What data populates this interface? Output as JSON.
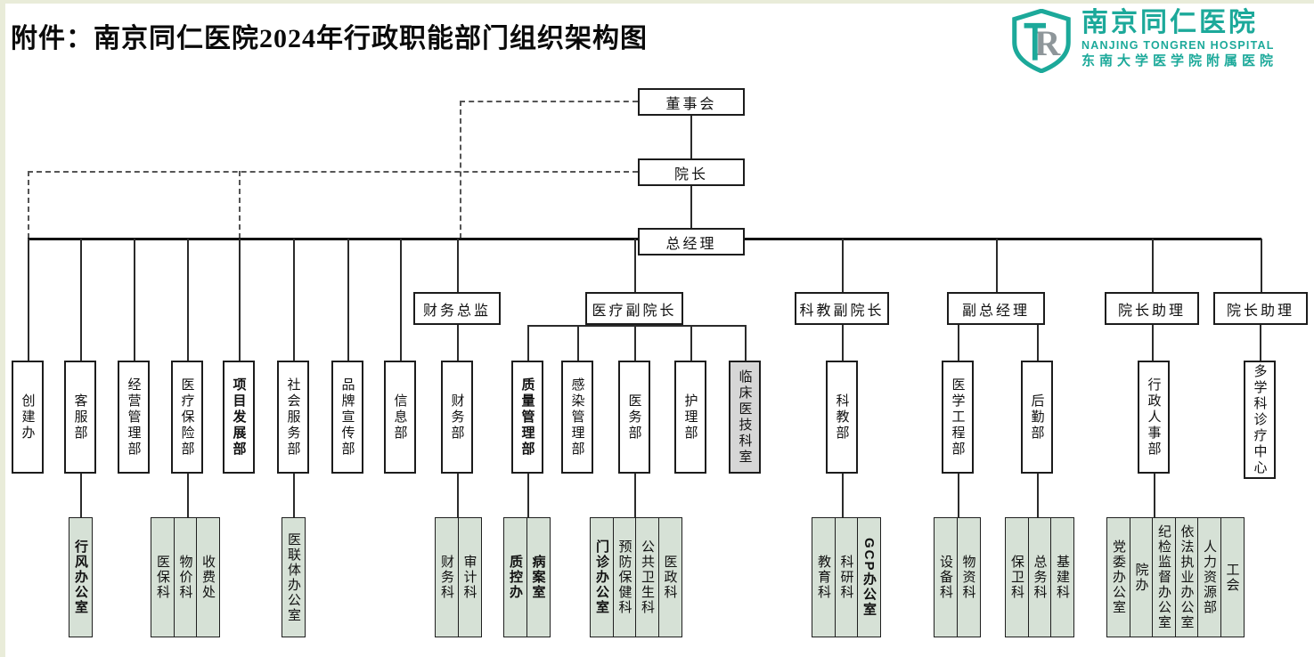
{
  "header": {
    "title": "附件：南京同仁医院2024年行政职能部门组织架构图"
  },
  "logo": {
    "name_zh": "南京同仁医院",
    "name_en": "NANJING TONGREN HOSPITAL",
    "affiliation": "东南大学医学院附属医院",
    "brand_color": "#1ca99a",
    "shield_icon": "shield-TR-monogram"
  },
  "colors": {
    "leaf_fill": "#d6e1d6",
    "clinical_fill": "#d6d6d6",
    "line": "#2b2b2b"
  },
  "n": {
    "board": "董事会",
    "president": "院长",
    "gm": "总经理",
    "cfo": "财务总监",
    "vp_med": "医疗副院长",
    "vp_edu": "科教副院长",
    "dgm": "副总经理",
    "assistant1": "院长助理",
    "assistant2": "院长助理",
    "chuangjian": "创建办",
    "kefu": "客服部",
    "jingying": "经营管理部",
    "yibaoxian": "医疗保险部",
    "xiangmu": "项目发展部",
    "shehui": "社会服务部",
    "pinpai": "品牌宣传部",
    "xinxi": "信息部",
    "caiwu": "财务部",
    "zhiliang": "质量管理部",
    "ganran": "感染管理部",
    "yiwu": "医务部",
    "huli": "护理部",
    "linchuang": "临床医技科室",
    "kejiao": "科教部",
    "yixuegc": "医学工程部",
    "houqin": "后勤部",
    "xingzhengrs": "行政人事部",
    "duoxueke": "多学科诊疗中心",
    "xingfeng": "行风办公室",
    "yibaoke": "医保科",
    "wujiake": "物价科",
    "shoufeichu": "收费处",
    "yilianti": "医联体办公室",
    "caiwuke": "财务科",
    "shenjike": "审计科",
    "zhikongban": "质控办",
    "binganshi": "病案室",
    "menzhen": "门诊办公室",
    "yufang": "预防保健科",
    "gonggong": "公共卫生科",
    "yizhengke": "医政科",
    "jiaoyuke": "教育科",
    "keyanke": "科研科",
    "gcp": "GCP办公室",
    "shebeike": "设备科",
    "wuzike": "物资科",
    "baoweike": "保卫科",
    "zongwuke": "总务科",
    "jijianke": "基建科",
    "dangwei": "党委办公室",
    "yuanban": "院办",
    "jijianjd": "纪检监督办公室",
    "yifa": "依法执业办公室",
    "renli": "人力资源部",
    "gonghui": "工会"
  }
}
